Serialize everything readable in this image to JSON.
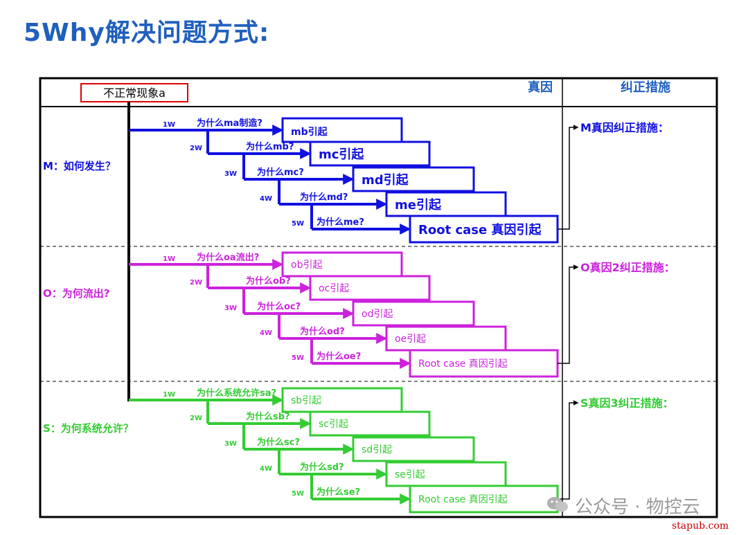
{
  "title": "5Why解决问题方式:",
  "header": {
    "start_box": "不正常现象a",
    "col_root": "真因",
    "col_action": "纠正措施"
  },
  "colors": {
    "M": "#1010e0",
    "O": "#cc22dd",
    "S": "#33cc33",
    "title": "#1f5fbf",
    "start_box_border": "#dd0000"
  },
  "sections": [
    {
      "key": "M",
      "label": "M：如何发生？",
      "action": "M真因纠正措施：",
      "steps": [
        {
          "w": "1W",
          "q": "为什么ma制造?",
          "box": "mb引起"
        },
        {
          "w": "2W",
          "q": "为什么mb?",
          "box": "mc引起"
        },
        {
          "w": "3W",
          "q": "为什么mc?",
          "box": "md引起"
        },
        {
          "w": "4W",
          "q": "为什么md?",
          "box": "me引起"
        },
        {
          "w": "5W",
          "q": "为什么me?",
          "box": "Root case 真因引起"
        }
      ]
    },
    {
      "key": "O",
      "label": "O：为何流出?",
      "action": "O真因2纠正措施：",
      "steps": [
        {
          "w": "1W",
          "q": "为什么oa流出?",
          "box": "ob引起"
        },
        {
          "w": "2W",
          "q": "为什么ob?",
          "box": "oc引起"
        },
        {
          "w": "3W",
          "q": "为什么oc?",
          "box": "od引起"
        },
        {
          "w": "4W",
          "q": "为什么od?",
          "box": "oe引起"
        },
        {
          "w": "5W",
          "q": "为什么oe?",
          "box": "Root case 真因引起"
        }
      ]
    },
    {
      "key": "S",
      "label": "S：为何系统允许？",
      "action": "S真因3纠正措施：",
      "steps": [
        {
          "w": "1W",
          "q": "为什么系统允许sa?",
          "box": "sb引起"
        },
        {
          "w": "2W",
          "q": "为什么sb?",
          "box": "sc引起"
        },
        {
          "w": "3W",
          "q": "为什么sc?",
          "box": "sd引起"
        },
        {
          "w": "4W",
          "q": "为什么sd?",
          "box": "se引起"
        },
        {
          "w": "5W",
          "q": "为什么se?",
          "box": "Root case 真因引起"
        }
      ]
    }
  ],
  "watermark": "公众号 · 物控云",
  "site_credit": "stapub.com"
}
